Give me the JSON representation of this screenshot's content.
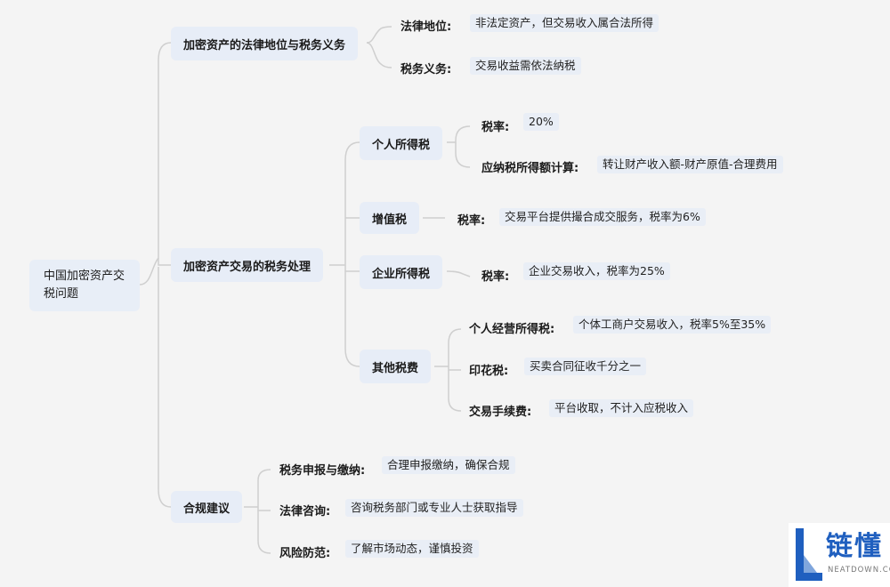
{
  "mindmap": {
    "root": "中国加密资产交税问题",
    "branch_legal": {
      "title": "加密资产的法律地位与税务义务",
      "items": [
        {
          "label": "法律地位:",
          "value": "非法定资产，但交易收入属合法所得"
        },
        {
          "label": "税务义务:",
          "value": "交易收益需依法纳税"
        }
      ]
    },
    "branch_tax": {
      "title": "加密资产交易的税务处理",
      "personal": {
        "title": "个人所得税",
        "items": [
          {
            "label": "税率:",
            "value": "20%"
          },
          {
            "label": "应纳税所得额计算:",
            "value": "转让财产收入额-财产原值-合理费用"
          }
        ]
      },
      "vat": {
        "title": "增值税",
        "items": [
          {
            "label": "税率:",
            "value": "交易平台提供撮合成交服务，税率为6%"
          }
        ]
      },
      "corporate": {
        "title": "企业所得税",
        "items": [
          {
            "label": "税率:",
            "value": "企业交易收入，税率为25%"
          }
        ]
      },
      "other": {
        "title": "其他税费",
        "items": [
          {
            "label": "个人经营所得税:",
            "value": "个体工商户交易收入，税率5%至35%"
          },
          {
            "label": "印花税:",
            "value": "买卖合同征收千分之一"
          },
          {
            "label": "交易手续费:",
            "value": "平台收取，不计入应税收入"
          }
        ]
      }
    },
    "branch_compliance": {
      "title": "合规建议",
      "items": [
        {
          "label": "税务申报与缴纳:",
          "value": "合理申报缴纳，确保合规"
        },
        {
          "label": "法律咨询:",
          "value": "咨询税务部门或专业人士获取指导"
        },
        {
          "label": "风险防范:",
          "value": "了解市场动态，谨慎投资"
        }
      ]
    }
  },
  "watermark": {
    "name": "链懂",
    "sub": "NEATDOWN.COM",
    "color": "#1f5fbf"
  },
  "colors": {
    "node_bg": "#e7edf7",
    "line": "#cfd4da",
    "background": "#f4f4f4"
  }
}
